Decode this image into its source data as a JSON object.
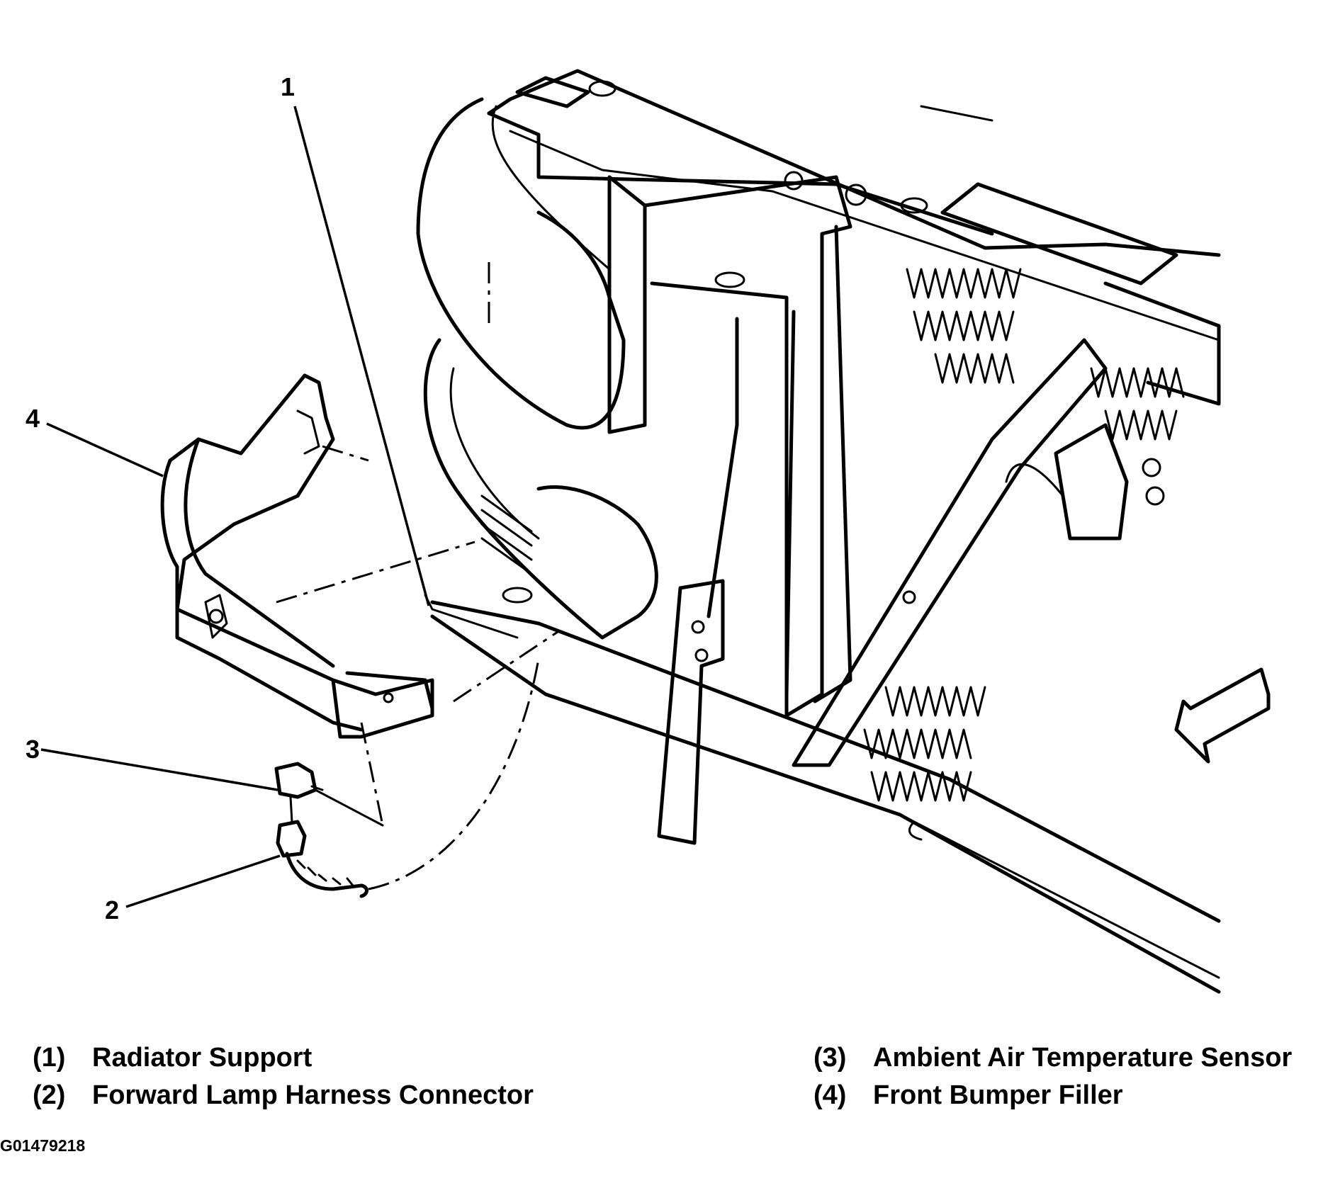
{
  "callouts": [
    {
      "id": "1",
      "label": "1"
    },
    {
      "id": "2",
      "label": "2"
    },
    {
      "id": "3",
      "label": "3"
    },
    {
      "id": "4",
      "label": "4"
    }
  ],
  "legend": [
    {
      "num": "(1)",
      "text": "Radiator Support"
    },
    {
      "num": "(2)",
      "text": "Forward Lamp Harness Connector"
    },
    {
      "num": "(3)",
      "text": "Ambient Air Temperature Sensor"
    },
    {
      "num": "(4)",
      "text": "Front Bumper Filler"
    }
  ],
  "figure_id": "G01479218"
}
